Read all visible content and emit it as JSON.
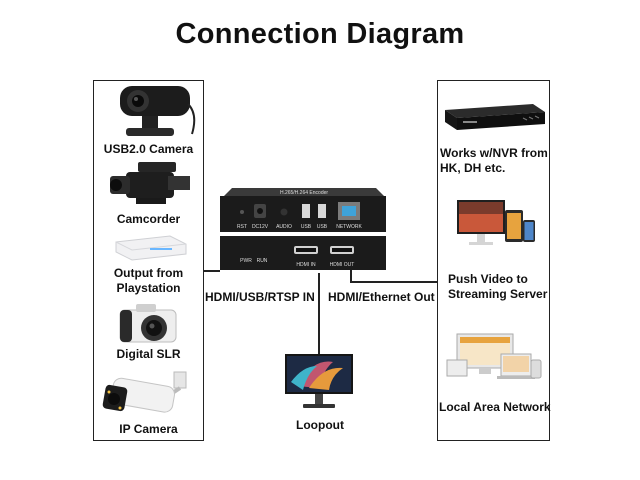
{
  "title": "Connection Diagram",
  "inputs": {
    "usb_camera": "USB2.0 Camera",
    "camcorder": "Camcorder",
    "playstation": "Output from Playstation",
    "dslr": "Digital SLR",
    "ip_camera": "IP Camera"
  },
  "outputs": {
    "nvr": "Works w/NVR from HK, DH etc.",
    "streaming": "Push Video to Streaming Server",
    "lan": "Local Area Network"
  },
  "device": {
    "panel_title": "H.265/H.264 Encoder",
    "ports_top": [
      "RST",
      "DC12V",
      "AUDIO",
      "USB",
      "USB",
      "NETWORK"
    ],
    "ports_bottom": [
      "PWR",
      "RUN",
      "HDMI IN",
      "HDMI OUT"
    ]
  },
  "connections": {
    "input": "HDMI/USB/RTSP IN",
    "output": "HDMI/Ethernet Out",
    "loopout": "Loopout"
  }
}
